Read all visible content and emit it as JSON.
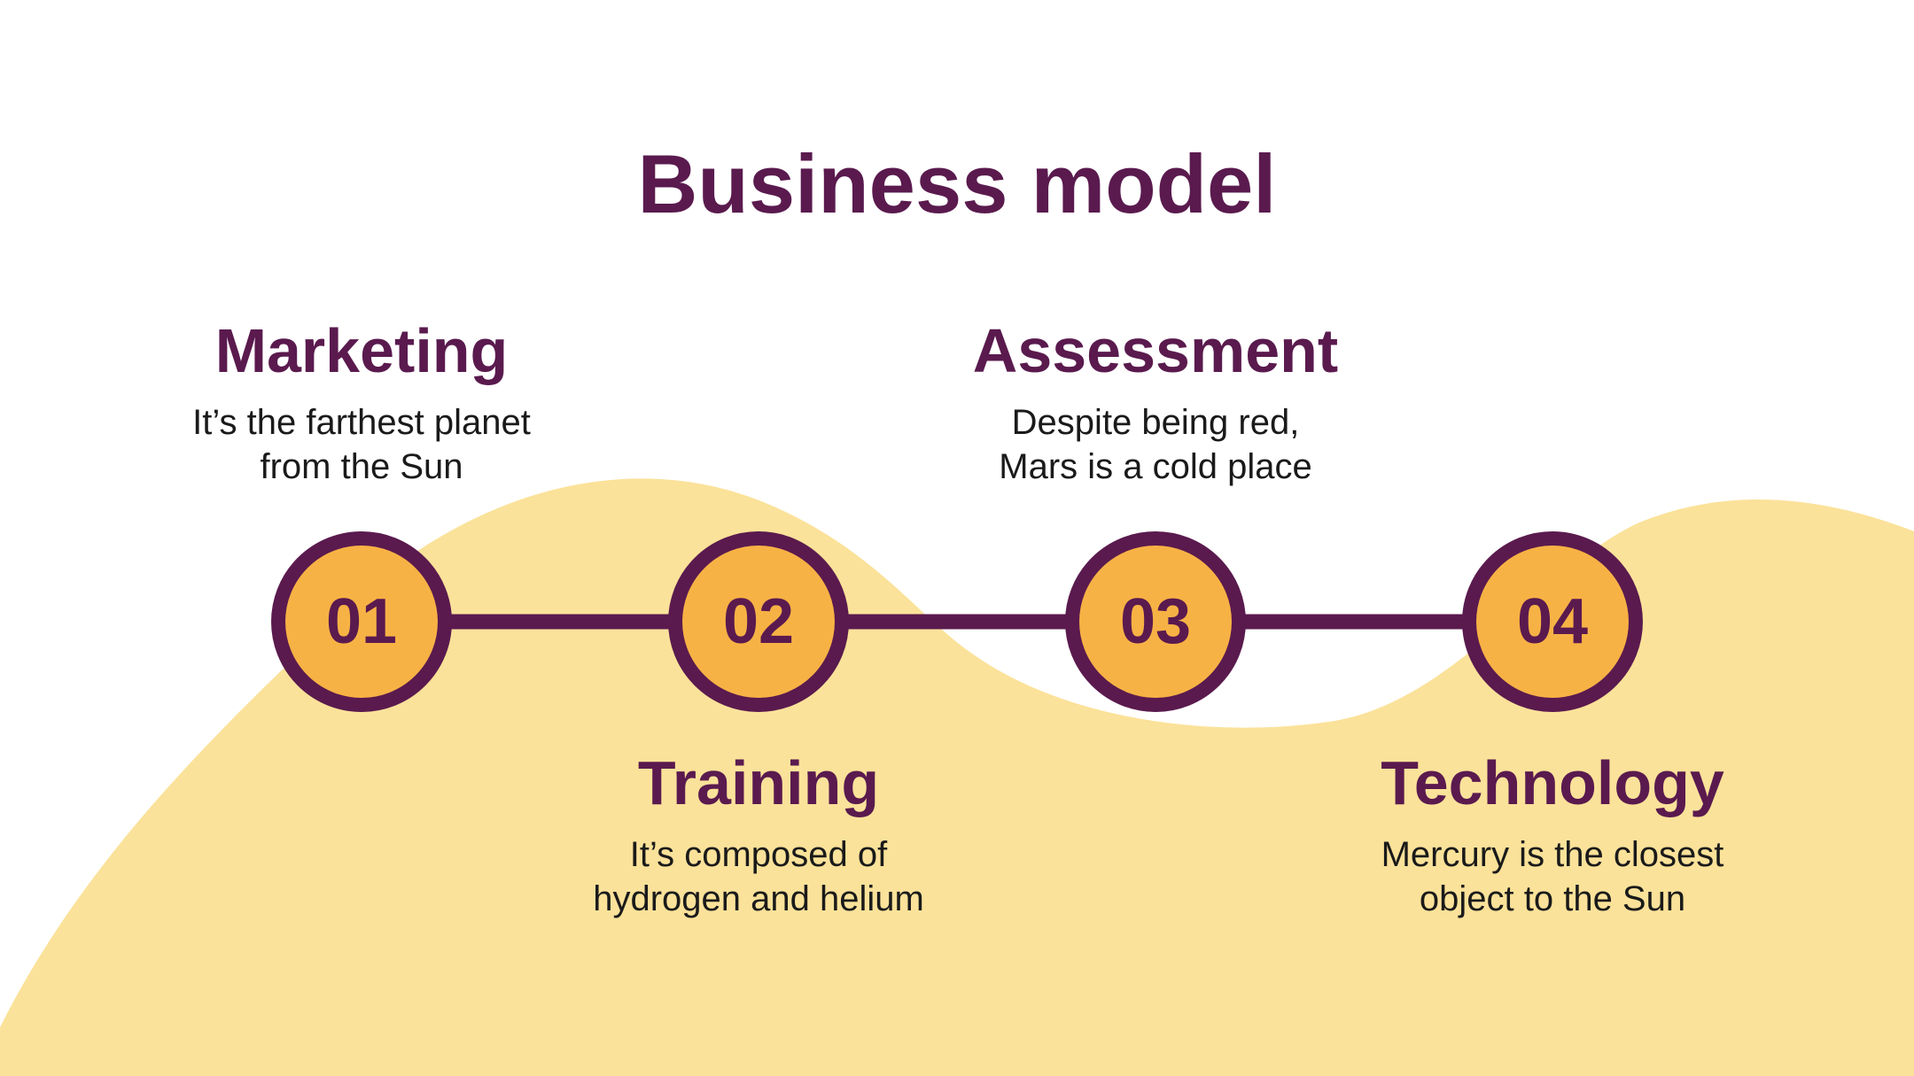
{
  "colors": {
    "accent_dark": "#5a1a4e",
    "circle_fill": "#f7b245",
    "wave_fill": "#fbe29a",
    "background": "#ffffff"
  },
  "title": "Business model",
  "steps": [
    {
      "number": "01",
      "title": "Marketing",
      "description": "It’s the farthest planet\nfrom the Sun"
    },
    {
      "number": "02",
      "title": "Training",
      "description": "It’s composed of\nhydrogen and helium"
    },
    {
      "number": "03",
      "title": "Assessment",
      "description": "Despite being red,\nMars is a cold place"
    },
    {
      "number": "04",
      "title": "Technology",
      "description": "Mercury is the closest\nobject to the Sun"
    }
  ]
}
